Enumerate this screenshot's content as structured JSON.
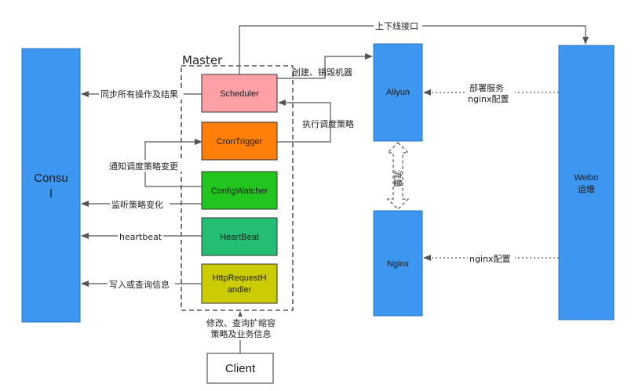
{
  "colors": {
    "blue_box": "#3d96f0",
    "scheduler": "#ff9fa6",
    "crontrigger": "#ff7f0a",
    "configwatcher": "#22c41e",
    "heartbeat": "#23be73",
    "httprequest": "#cccc04",
    "line": "#555555"
  },
  "nodes": {
    "consul": {
      "label_line1": "Consu",
      "label_line2": "l"
    },
    "master": {
      "label": "Master"
    },
    "scheduler": {
      "label": "Scheduler"
    },
    "crontrigger": {
      "label": "CronTrigger"
    },
    "configwatcher": {
      "label": "ConfigWatcher"
    },
    "heartbeat": {
      "label": "HeartBeat"
    },
    "httprequest": {
      "label_line1": "HttpRequestH",
      "label_line2": "andler"
    },
    "aliyun": {
      "label": "Aliyun"
    },
    "nginx": {
      "label": "Nginx"
    },
    "weibo": {
      "label_line1": "Weibo",
      "label_line2": "运维"
    },
    "client": {
      "label": "Client"
    }
  },
  "edges": {
    "sync_ops": "同步所有操作及结果",
    "notify_policy": "通知调度策略变更",
    "watch_policy": "监听策略变化",
    "heartbeat": "heartbeat",
    "write_query": "写入或查询信息",
    "create_destroy": "创建、销毁机器",
    "exec_policy": "执行调度策略",
    "online_offline": "上下线接口",
    "deploy_line1": "部署服务",
    "deploy_line2": "nginx配置",
    "traffic": "流量",
    "nginx_config": "nginx配置",
    "client_line1": "修改、查询扩缩容",
    "client_line2": "策略及业务信息"
  }
}
